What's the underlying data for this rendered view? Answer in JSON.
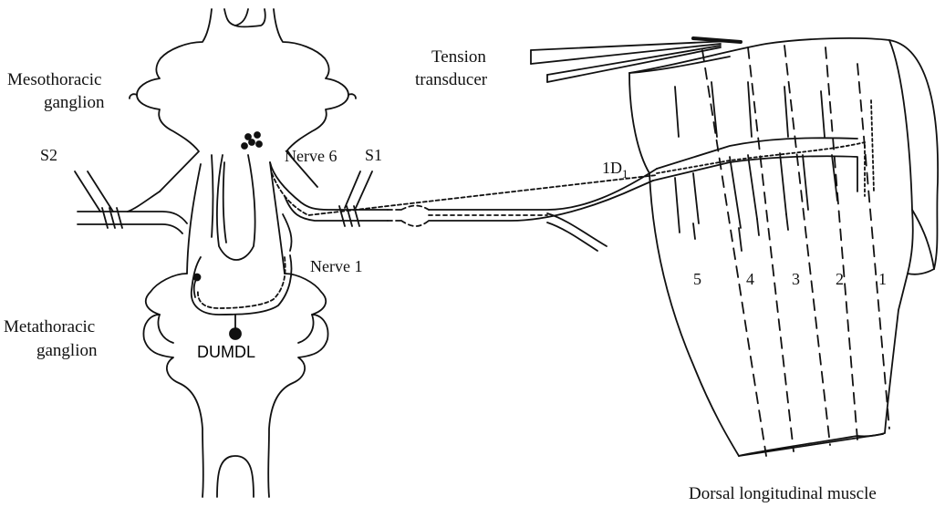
{
  "labels": {
    "mesothoracic_line1": "Mesothoracic",
    "mesothoracic_line2": "ganglion",
    "metathoracic_line1": "Metathoracic",
    "metathoracic_line2": "ganglion",
    "s2": "S2",
    "s1": "S1",
    "nerve6": "Nerve 6",
    "nerve1": "Nerve 1",
    "dumdl": "DUMDL",
    "tension_line1": "Tension",
    "tension_line2": "transducer",
    "id1_main": "1D",
    "id1_sub": "1",
    "muscle": "Dorsal longitudinal muscle"
  },
  "muscle_units": [
    "5",
    "4",
    "3",
    "2",
    "1"
  ],
  "colors": {
    "ink": "#111111",
    "paper": "#ffffff"
  }
}
